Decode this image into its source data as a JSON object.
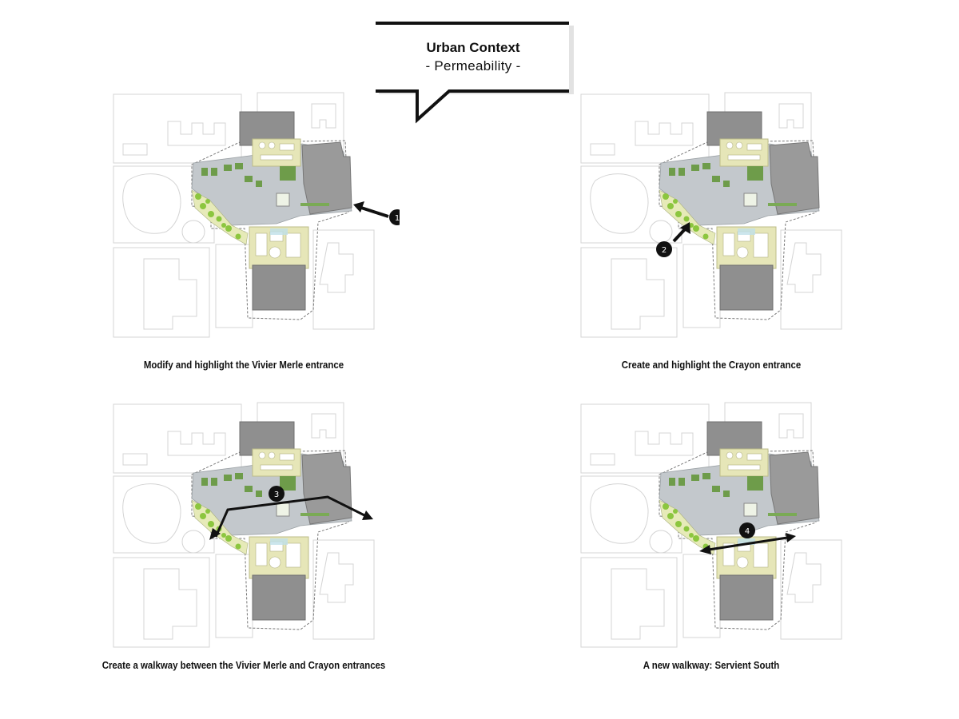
{
  "title": {
    "main": "Urban Context",
    "sub": "-  Permeability -"
  },
  "panels": [
    {
      "badge": "1",
      "caption": "Modify and highlight the Vivier Merle entrance"
    },
    {
      "badge": "2",
      "caption": "Create and highlight the Crayon entrance"
    },
    {
      "badge": "3",
      "caption": "Create a walkway between the Vivier Merle and Crayon entrances"
    },
    {
      "badge": "4",
      "caption": "A new walkway: Servient South"
    }
  ],
  "colors": {
    "building_dark": "#8f8f8f",
    "site_grey": "#c3c8cc",
    "green_zone": "#e6e6b8",
    "tree_green": "#8cc63f",
    "arrow": "#111111"
  }
}
